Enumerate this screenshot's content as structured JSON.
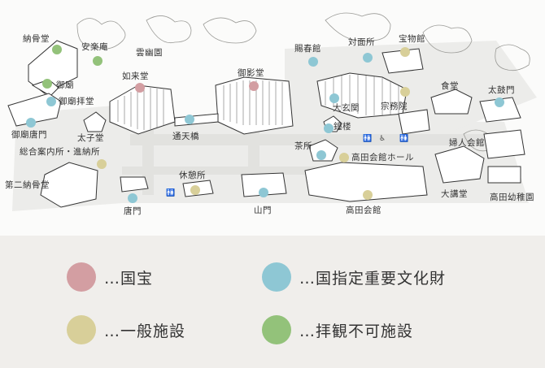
{
  "colors": {
    "kokuho": "#d39ea2",
    "juyo": "#8ec7d4",
    "ippan": "#d8cf99",
    "fuka": "#93c27a",
    "legend_bg": "#f0eeeb"
  },
  "labels": {
    "nokotsudo": "納骨堂",
    "gobyo": "御廟",
    "gobyo_haiden": "御廟拝堂",
    "gobyo_karamon": "御廟唐門",
    "anrakuan": "安楽庵",
    "unyuen": "雲幽園",
    "nyoraido": "如来堂",
    "goeido": "御影堂",
    "tsutenkyo": "通天橋",
    "taishido": "太子堂",
    "annai": "総合案内所・進納所",
    "dai2_nokotsudo": "第二納骨堂",
    "karamon": "唐門",
    "kyukeijo": "休憩所",
    "sanmon": "山門",
    "choshunkan": "賜春館",
    "taimenjo": "対面所",
    "hommotsukan": "宝物館",
    "shokudo": "食堂",
    "taikomon": "太鼓門",
    "daigenkan": "大玄関",
    "shumuin": "宗務院",
    "shoro": "鐘楼",
    "chasho": "茶所",
    "takada_hall": "高田会館ホール",
    "fujinkaikan": "婦人会館",
    "daikodo": "大講堂",
    "takada_kaikan": "高田会館",
    "takada_yochien": "高田幼稚園"
  },
  "icons": {
    "restroom": "restroom-icon",
    "accessible": "accessible-icon"
  },
  "legend": [
    {
      "key": "kokuho",
      "text": "…国宝"
    },
    {
      "key": "juyo",
      "text": "…国指定重要文化財"
    },
    {
      "key": "ippan",
      "text": "…一般施設"
    },
    {
      "key": "fuka",
      "text": "…拝観不可施設"
    }
  ]
}
